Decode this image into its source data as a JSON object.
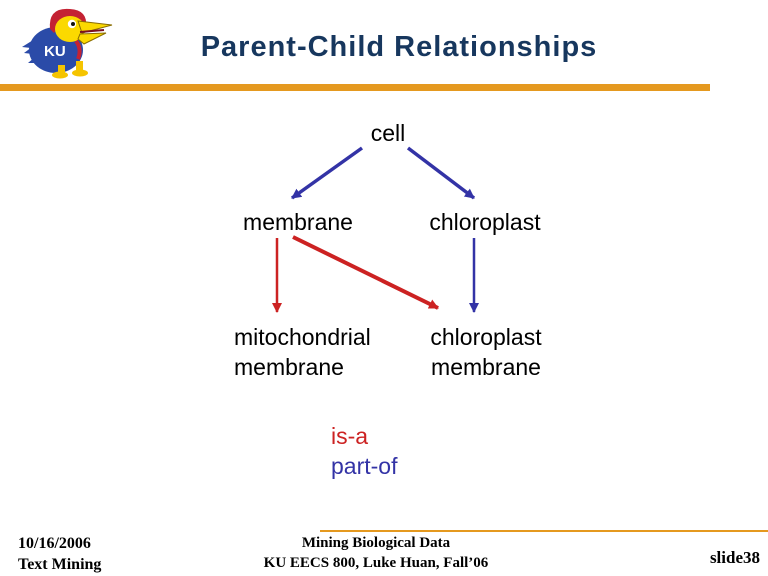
{
  "slide": {
    "title": "Parent-Child Relationships",
    "logo": {
      "text": "KU",
      "alt": "KU Jayhawk mascot logo"
    },
    "diagram": {
      "nodes": {
        "cell": "cell",
        "membrane": "membrane",
        "chloroplast": "chloroplast",
        "mitochondrial_membrane": {
          "line1": "mitochondrial",
          "line2": "membrane"
        },
        "chloroplast_membrane": {
          "line1": "chloroplast",
          "line2": "membrane"
        }
      },
      "edges": [
        {
          "from": "cell",
          "to": "membrane",
          "relation": "part-of",
          "color": "#3333A6"
        },
        {
          "from": "cell",
          "to": "chloroplast",
          "relation": "part-of",
          "color": "#3333A6"
        },
        {
          "from": "membrane",
          "to": "mitochondrial membrane",
          "relation": "is-a",
          "color": "#CC2222"
        },
        {
          "from": "membrane",
          "to": "chloroplast membrane",
          "relation": "is-a",
          "color": "#CC2222"
        },
        {
          "from": "chloroplast",
          "to": "chloroplast membrane",
          "relation": "part-of",
          "color": "#3333A6"
        }
      ]
    },
    "legend": {
      "is_a": "is-a",
      "part_of": "part-of"
    },
    "footer": {
      "date": "10/16/2006",
      "course": "Text Mining",
      "center_line1": "Mining Biological Data",
      "center_line2": "KU EECS 800, Luke Huan, Fall’06",
      "slide_number": "slide38"
    },
    "colors": {
      "title_navy": "#17375E",
      "accent_orange": "#E5991F",
      "is_a_red": "#CC2222",
      "part_of_blue": "#3333A6"
    }
  }
}
